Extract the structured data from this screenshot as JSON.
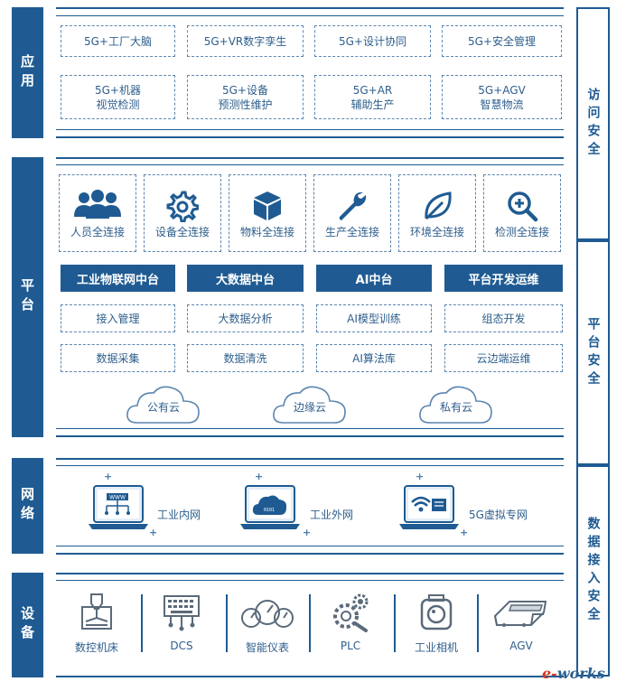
{
  "layers": {
    "app": "应用",
    "platform": "平台",
    "network": "网络",
    "device": "设备"
  },
  "security": {
    "access": "访问安全",
    "platform": "平台安全",
    "data": "数据接入安全"
  },
  "app_items": [
    "5G+工厂大脑",
    "5G+VR数字孪生",
    "5G+设计协同",
    "5G+安全管理",
    "5G+机器\n视觉检测",
    "5G+设备\n预测性维护",
    "5G+AR\n辅助生产",
    "5G+AGV\n智慧物流"
  ],
  "connect_items": [
    {
      "label": "人员全连接",
      "icon": "people-icon"
    },
    {
      "label": "设备全连接",
      "icon": "gear-icon"
    },
    {
      "label": "物料全连接",
      "icon": "box-icon"
    },
    {
      "label": "生产全连接",
      "icon": "wrench-icon"
    },
    {
      "label": "环境全连接",
      "icon": "leaf-icon"
    },
    {
      "label": "检测全连接",
      "icon": "magnifier-icon"
    }
  ],
  "platforms": [
    {
      "title": "工业物联网中台",
      "items": [
        "接入管理",
        "数据采集"
      ]
    },
    {
      "title": "大数据中台",
      "items": [
        "大数据分析",
        "数据清洗"
      ]
    },
    {
      "title": "AI中台",
      "items": [
        "AI模型训练",
        "AI算法库"
      ]
    },
    {
      "title": "平台开发运维",
      "items": [
        "组态开发",
        "云边端运维"
      ]
    }
  ],
  "clouds": [
    "公有云",
    "边缘云",
    "私有云"
  ],
  "networks": [
    {
      "label": "工业内网",
      "icon": "laptop-www-icon"
    },
    {
      "label": "工业外网",
      "icon": "laptop-cloud-icon"
    },
    {
      "label": "5G虚拟专网",
      "icon": "laptop-wifi-icon"
    }
  ],
  "devices": [
    {
      "label": "数控机床",
      "icon": "cnc-machine-icon"
    },
    {
      "label": "DCS",
      "icon": "keyboard-icon"
    },
    {
      "label": "智能仪表",
      "icon": "gauge-icon"
    },
    {
      "label": "PLC",
      "icon": "plc-gears-icon"
    },
    {
      "label": "工业相机",
      "icon": "camera-icon"
    },
    {
      "label": "AGV",
      "icon": "agv-icon"
    }
  ],
  "watermark": "e-works",
  "colors": {
    "primary": "#1f5b92",
    "dashed": "#5b86b0",
    "logo_red": "#d9381e"
  }
}
